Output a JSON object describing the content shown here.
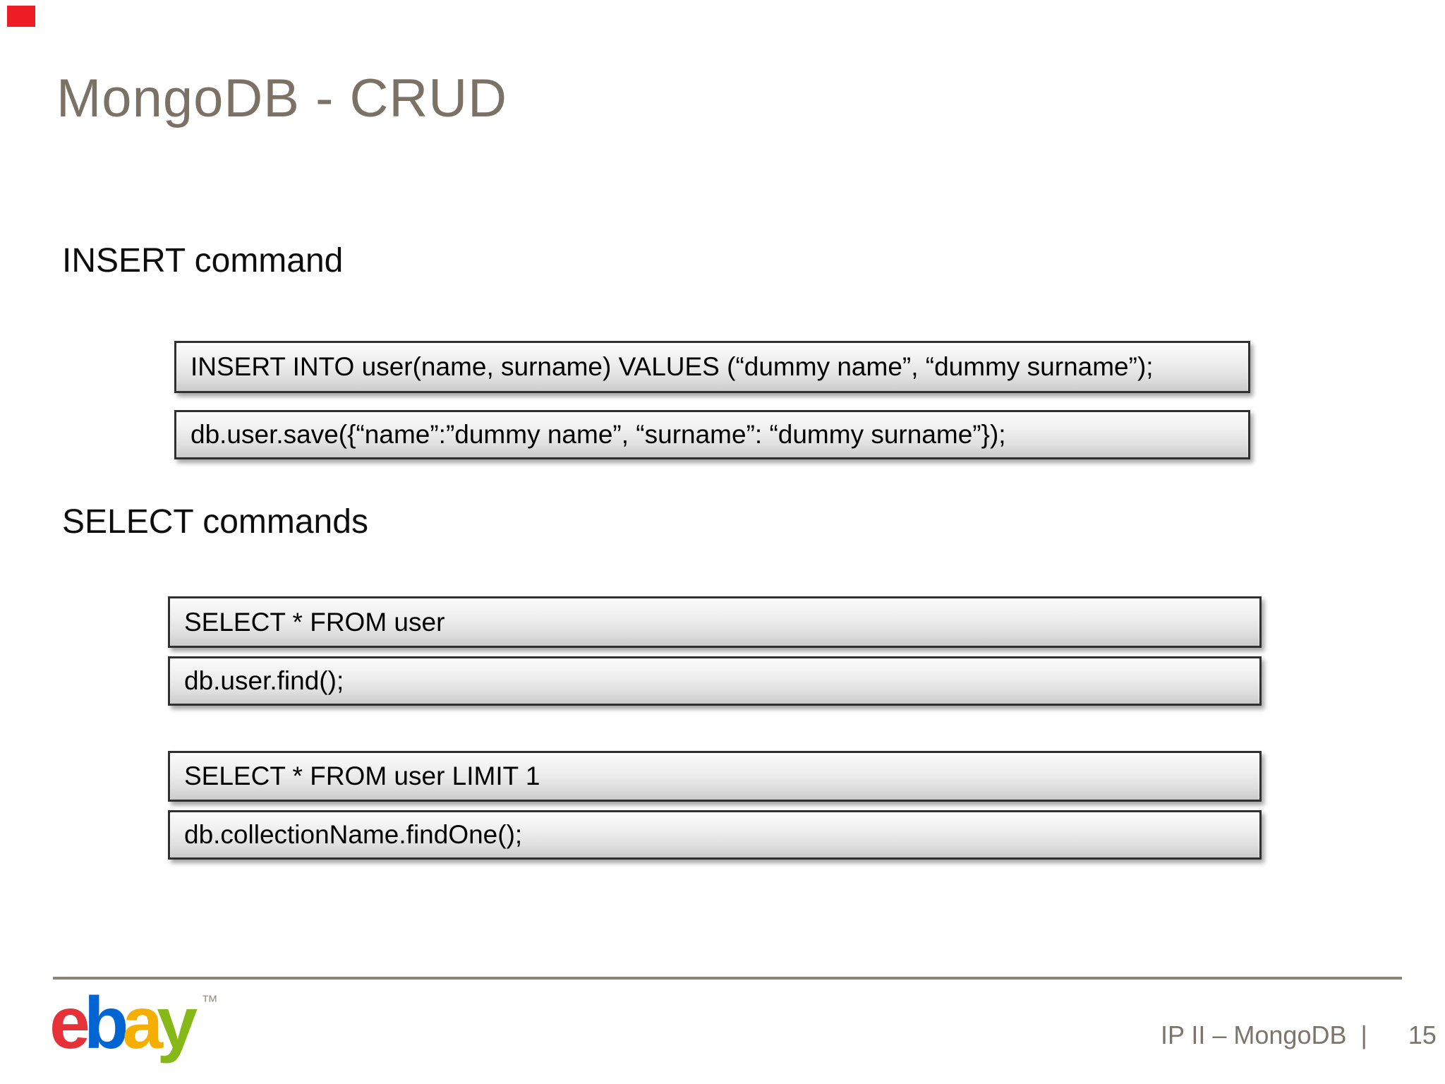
{
  "title": "MongoDB - CRUD",
  "sections": {
    "insert": {
      "heading": "INSERT command",
      "sql": "INSERT INTO user(name, surname) VALUES (“dummy name”, “dummy surname”);",
      "mongo": "db.user.save({“name”:”dummy name”, “surname”: “dummy surname”});"
    },
    "select": {
      "heading": "SELECT commands",
      "group1": {
        "sql": "SELECT * FROM user",
        "mongo": "db.user.find();"
      },
      "group2": {
        "sql": "SELECT * FROM user LIMIT 1",
        "mongo": "db.collectionName.findOne();"
      }
    }
  },
  "footer": {
    "logo_letters": {
      "e": "e",
      "b": "b",
      "a": "a",
      "y": "y"
    },
    "trademark": "™",
    "course_label": "IP II – MongoDB",
    "separator": "|",
    "page_number": "15"
  },
  "colors": {
    "accent_red": "#ee1c25",
    "title_gray": "#7b7164",
    "footer_gray": "#7b756b",
    "footer_line": "#8a8677",
    "ebay_e": "#e53238",
    "ebay_b": "#0064d2",
    "ebay_a": "#f5af02",
    "ebay_y": "#86b817"
  }
}
